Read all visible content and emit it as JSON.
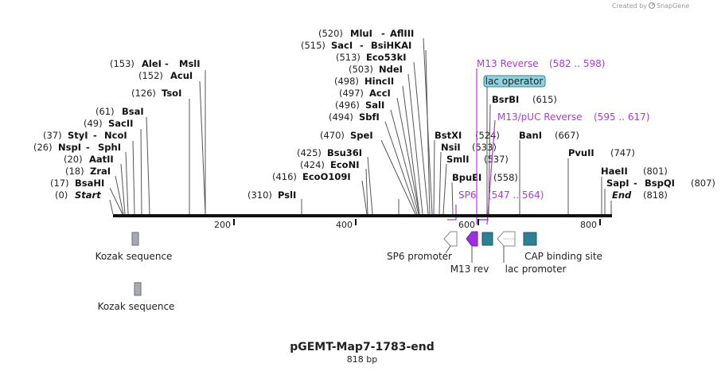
{
  "credit": {
    "created_by": "Created by",
    "brand": "SnapGene"
  },
  "title": "pGEMT-Map7-1783-end",
  "length_label": "818 bp",
  "axis_ticks": [
    "200",
    "400",
    "600",
    "800"
  ],
  "sites": [
    {
      "pos": "(153)",
      "name": "AleI",
      "alt": "MslI"
    },
    {
      "pos": "(152)",
      "name": "AcuI"
    },
    {
      "pos": "(126)",
      "name": "TsoI"
    },
    {
      "pos": "(61)",
      "name": "BsaI"
    },
    {
      "pos": "(49)",
      "name": "SacII"
    },
    {
      "pos": "(37)",
      "name": "StyI",
      "alt": "NcoI"
    },
    {
      "pos": "(26)",
      "name": "NspI",
      "alt": "SphI"
    },
    {
      "pos": "(20)",
      "name": "AatII"
    },
    {
      "pos": "(18)",
      "name": "ZraI"
    },
    {
      "pos": "(17)",
      "name": "BsaHI"
    },
    {
      "pos": "(0)",
      "name": "Start"
    },
    {
      "pos": "(520)",
      "name": "MluI",
      "alt": "AflIII"
    },
    {
      "pos": "(515)",
      "name": "SacI",
      "alt": "BsiHKAI"
    },
    {
      "pos": "(513)",
      "name": "Eco53kI"
    },
    {
      "pos": "(503)",
      "name": "NdeI"
    },
    {
      "pos": "(498)",
      "name": "HincII"
    },
    {
      "pos": "(497)",
      "name": "AccI"
    },
    {
      "pos": "(496)",
      "name": "SalI"
    },
    {
      "pos": "(494)",
      "name": "SbfI"
    },
    {
      "pos": "(470)",
      "name": "SpeI"
    },
    {
      "pos": "(425)",
      "name": "Bsu36I"
    },
    {
      "pos": "(424)",
      "name": "EcoNI"
    },
    {
      "pos": "(416)",
      "name": "EcoO109I"
    },
    {
      "pos": "(310)",
      "name": "PslI"
    },
    {
      "name": "BstXI",
      "pos": "(524)"
    },
    {
      "name": "NsiI",
      "pos": "(533)"
    },
    {
      "name": "SmlI",
      "pos": "(537)"
    },
    {
      "name": "BpuEI",
      "pos": "(558)"
    },
    {
      "name": "BsrBI",
      "pos": "(615)"
    },
    {
      "name": "BanI",
      "pos": "(667)"
    },
    {
      "name": "PvuII",
      "pos": "(747)"
    },
    {
      "name": "HaeII",
      "pos": "(801)"
    },
    {
      "name": "SapI",
      "alt": "BspQI",
      "pos": "(807)"
    },
    {
      "name": "End",
      "pos": "(818)"
    }
  ],
  "primers": [
    {
      "name": "M13 Reverse",
      "range": "(582 .. 598)"
    },
    {
      "name": "M13/pUC Reverse",
      "range": "(595 .. 617)"
    },
    {
      "name": "SP6",
      "range": "(547 .. 564)"
    }
  ],
  "features": {
    "lac_operator": "lac operator",
    "kozak_1": "Kozak sequence",
    "kozak_2": "Kozak sequence",
    "sp6_promoter": "SP6 promoter",
    "m13_rev": "M13 rev",
    "lac_promoter": "lac promoter",
    "cap_site": "CAP binding site"
  },
  "colors": {
    "primer": "#a83cd6",
    "lac_operator_fill": "#8ed3e0",
    "cap_site": "#2f7f95",
    "kozak": "#a6aab2",
    "promoter_outline": "#888888"
  }
}
